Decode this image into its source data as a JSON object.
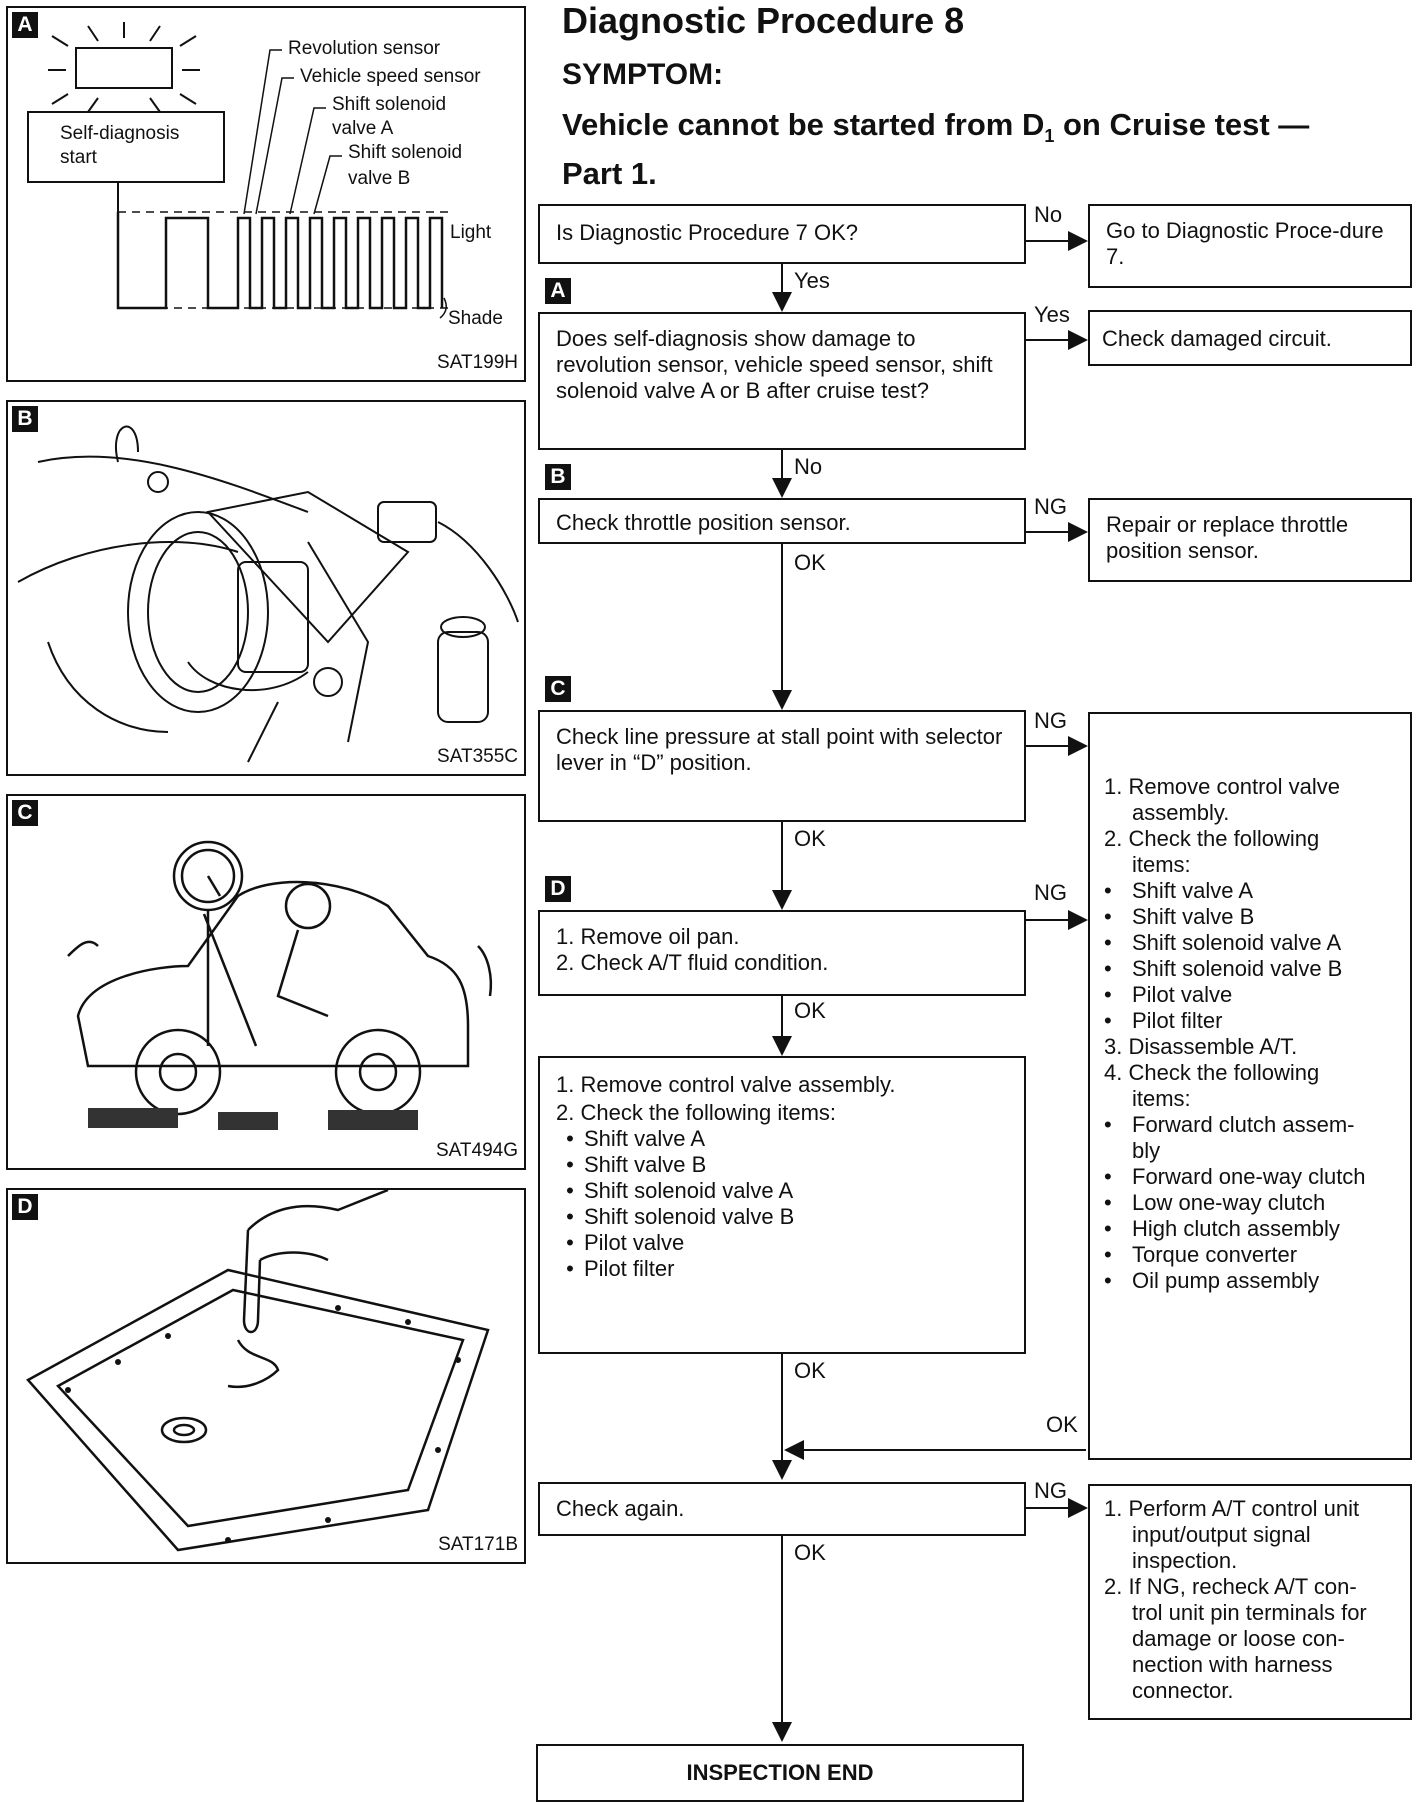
{
  "title": "Diagnostic Procedure 8",
  "symptom_label": "SYMPTOM:",
  "symptom_text_pre": "Vehicle cannot be started from D",
  "symptom_sub": "1",
  "symptom_text_post": " on Cruise test —",
  "symptom_line2": "Part 1.",
  "figures": {
    "a": {
      "tag": "A",
      "id": "SAT199H",
      "self_diag_line1": "Self-diagnosis",
      "self_diag_line2": "start",
      "labels": [
        "Revolution sensor",
        "Vehicle speed sensor",
        "Shift solenoid",
        "valve A",
        "Shift solenoid",
        "valve B"
      ],
      "light": "Light",
      "shade": "Shade"
    },
    "b": {
      "tag": "B",
      "id": "SAT355C"
    },
    "c": {
      "tag": "C",
      "id": "SAT494G"
    },
    "d": {
      "tag": "D",
      "id": "SAT171B"
    }
  },
  "flow": {
    "q1": "Is Diagnostic Procedure 7 OK?",
    "q1_no": "No",
    "q1_no_action": "Go to Diagnostic Proce-dure 7.",
    "q1_yes": "Yes",
    "tag_a": "A",
    "q2": "Does self-diagnosis show damage to revolution sensor, vehicle speed sensor, shift solenoid valve A or B after cruise test?",
    "q2_yes": "Yes",
    "q2_yes_action": "Check damaged circuit.",
    "q2_no": "No",
    "tag_b": "B",
    "step_b": "Check throttle position sensor.",
    "step_b_ng": "NG",
    "step_b_ng_action": "Repair or replace throttle position sensor.",
    "step_b_ok": "OK",
    "tag_c": "C",
    "step_c": "Check line pressure at stall point with selector lever in “D” position.",
    "step_c_ng": "NG",
    "step_c_ok": "OK",
    "tag_d": "D",
    "step_d_1": "1. Remove oil pan.",
    "step_d_2": "2. Check A/T fluid condition.",
    "step_d_ng": "NG",
    "step_d_ok": "OK",
    "step_e_1": "1. Remove control valve assembly.",
    "step_e_2": "2. Check the following items:",
    "step_e_items": [
      "Shift valve A",
      "Shift valve B",
      "Shift solenoid valve A",
      "Shift solenoid valve B",
      "Pilot valve",
      "Pilot filter"
    ],
    "step_e_ok": "OK",
    "big_ok": "OK",
    "big": {
      "s1a": "1. Remove control valve",
      "s1b": "assembly.",
      "s2a": "2. Check the following",
      "s2b": "items:",
      "list1": [
        "Shift valve A",
        "Shift valve B",
        "Shift solenoid valve A",
        "Shift solenoid valve B",
        "Pilot valve",
        "Pilot filter"
      ],
      "s3": "3. Disassemble A/T.",
      "s4a": "4. Check the following",
      "s4b": "items:",
      "fwd1": "Forward clutch assem-",
      "fwd2": "bly",
      "list2": [
        "Forward one-way clutch",
        "Low one-way clutch",
        "High clutch assembly",
        "Torque converter",
        "Oil pump assembly"
      ]
    },
    "check_again": "Check again.",
    "check_again_ng": "NG",
    "check_again_ok": "OK",
    "final_ng": {
      "l1": "1. Perform A/T control unit",
      "l2": "input/output signal",
      "l3": "inspection.",
      "l4": "2. If NG, recheck A/T con-",
      "l5": "trol unit pin terminals for",
      "l6": "damage or loose con-",
      "l7": "nection with harness",
      "l8": "connector."
    },
    "end": "INSPECTION END"
  }
}
